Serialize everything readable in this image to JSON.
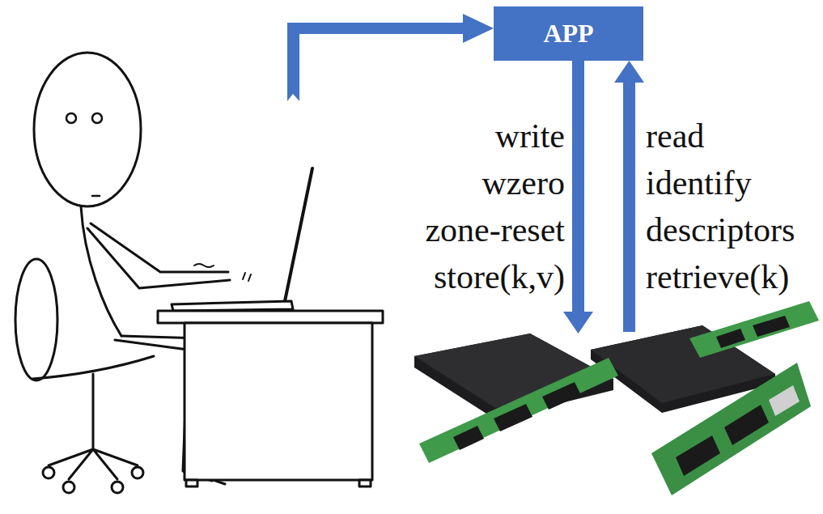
{
  "diagram": {
    "nodes": [
      {
        "text": [
          "APP"
        ]
      }
    ],
    "labels": [
      "write",
      "wzero",
      "zone-reset",
      "store(k,v)",
      "read",
      "identify",
      "descriptors",
      "retrieve(k)"
    ]
  }
}
